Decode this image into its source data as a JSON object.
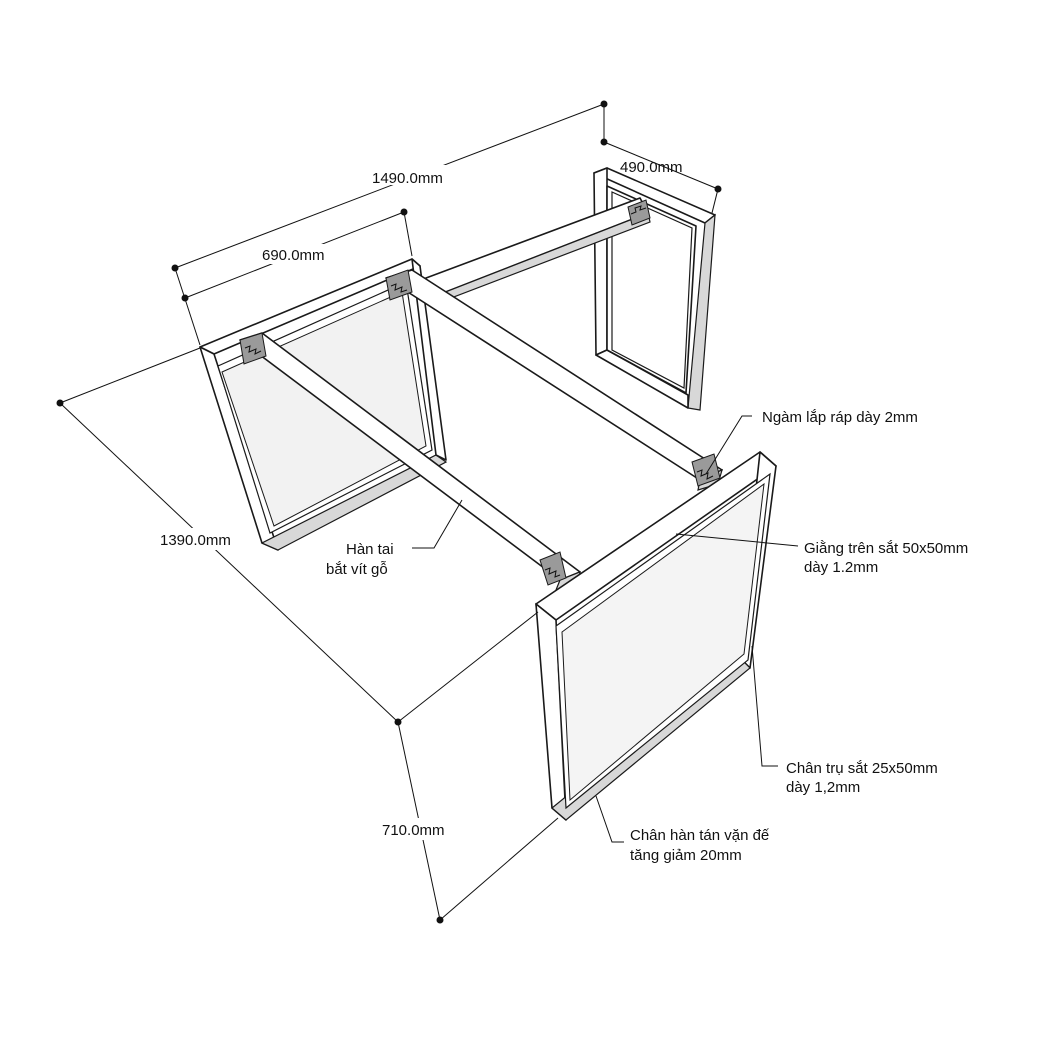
{
  "dimensions": {
    "overall_length": "1490.0mm",
    "inner_length": "690.0mm",
    "leg_width": "490.0mm",
    "depth": "1390.0mm",
    "height": "710.0mm"
  },
  "annotations": {
    "plate": "Ngàm lắp ráp dày 2mm",
    "top_rail_line1": "Giằng trên sắt 50x50mm",
    "top_rail_line2": "dày 1.2mm",
    "tab_line1": "Hàn tai",
    "tab_line2": "bắt vít gỗ",
    "post_line1": "Chân trụ sắt 25x50mm",
    "post_line2": "dày 1,2mm",
    "foot_line1": "Chân hàn tán vặn đế",
    "foot_line2": "tăng giảm 20mm"
  }
}
